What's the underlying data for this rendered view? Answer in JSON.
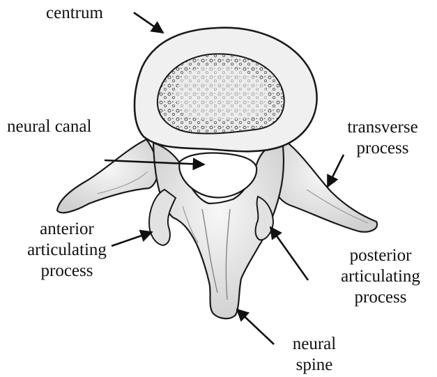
{
  "labels": {
    "centrum": [
      "centrum"
    ],
    "neural_canal": [
      "neural canal"
    ],
    "transverse_process": [
      "transverse",
      "process"
    ],
    "anterior_articulating_process": [
      "anterior",
      "articulating",
      "process"
    ],
    "posterior_articulating_process": [
      "posterior",
      "articulating",
      "process"
    ],
    "neural_spine": [
      "neural",
      "spine"
    ]
  },
  "colors": {
    "ink": "#111111",
    "bone_fill": "#efefef",
    "bone_shade": "#9a9a9a"
  }
}
